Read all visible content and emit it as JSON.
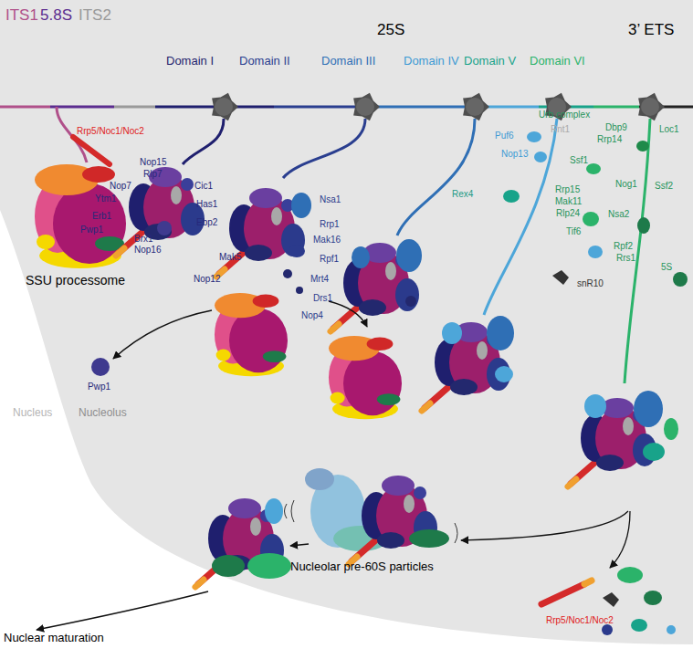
{
  "diagram": {
    "labels": [
      "ITS1",
      "5.8S",
      "ITS2",
      "25S",
      "3’ ETS",
      "Domain I",
      "Domain II",
      "Domain III",
      "Domain IV",
      "Domain V",
      "Domain VI",
      "Rrp5/Noc1/Noc2",
      "Nop15",
      "Rlp7",
      "Cic1",
      "Nop7",
      "Ytm1",
      "Has1",
      "Erb1",
      "Ebp2",
      "Pwp1",
      "Brx1",
      "Nop16",
      "Nop12",
      "Mak5",
      "Nsa1",
      "Rrp1",
      "Mak16",
      "Rpf1",
      "Mrt4",
      "Drs1",
      "Nop4",
      "Puf6",
      "Nop13",
      "Rex4",
      "Urb complex",
      "Rnt1",
      "Dbp9",
      "Rrp14",
      "Loc1",
      "Ssf1",
      "Nog1",
      "Ssf2",
      "Rrp15",
      "Mak11",
      "Rlp24",
      "Nsa2",
      "Tif6",
      "Rpf2",
      "Rrs1",
      "snR10",
      "5S",
      "SSU processome",
      "Pwp1",
      "Nucleus",
      "Nucleolus",
      "Nucleolar pre-60S particles",
      "Nuclear maturation",
      "Rrp5/Noc1/Noc2"
    ]
  }
}
